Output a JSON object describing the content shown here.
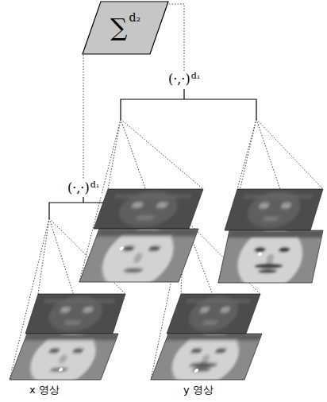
{
  "diagram": {
    "nodes": [
      {
        "text": [
          "∑",
          "d₂"
        ]
      },
      {
        "text": [
          "(·,·)",
          "d₁"
        ]
      },
      {
        "text": [
          "(·,·)",
          "d₁"
        ]
      }
    ],
    "edges": [
      {
        "from": 0,
        "to": 1,
        "arrow": "none"
      },
      {
        "from": 0,
        "to": 2,
        "arrow": "none"
      }
    ],
    "labels": [
      "x 영상",
      "y 영상"
    ]
  }
}
